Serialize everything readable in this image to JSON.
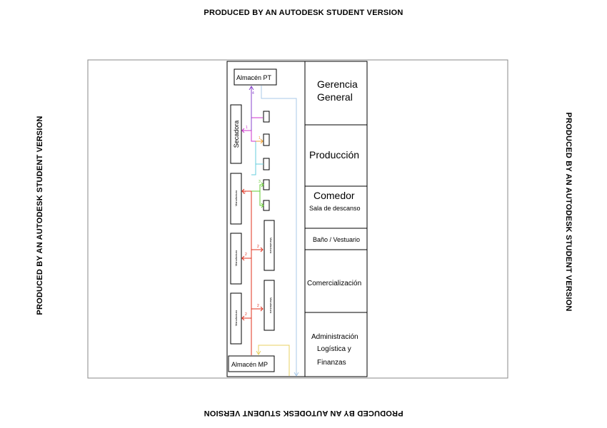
{
  "watermarks": {
    "top": "PRODUCED BY AN AUTODESK STUDENT VERSION",
    "bottom": "PRODUCED BY AN AUTODESK STUDENT VERSION",
    "left": "PRODUCED BY AN AUTODESK STUDENT VERSION",
    "right": "PRODUCED BY AN AUTODESK STUDENT VERSION"
  },
  "areas": {
    "gerencia": [
      "Gerencia",
      "General"
    ],
    "produccion": "Producción",
    "comedor": "Comedor",
    "sala": "Sala de descanso",
    "bano": "Baño / Vestuario",
    "comercializacion": "Comercialización",
    "administracion": [
      "Administración",
      "Logística y",
      "Finanzas"
    ]
  },
  "stations": {
    "almacen_pt": "Almacén PT",
    "almacen_mp": "Almacén MP",
    "secadora": "Secadora",
    "manufactura": "Manufactura"
  },
  "flow_numbers": {
    "one": "1",
    "two": "2",
    "three": "3",
    "four": "4"
  },
  "colors": {
    "red_flow": "#e0301e",
    "green_flow": "#66cc33",
    "cyan_flow": "#66ccdd",
    "lightblue_flow": "#a8c8e8",
    "magenta_flow": "#cc33cc",
    "purple_flow": "#8844cc",
    "orange_flow": "#f0a030",
    "yellow_flow": "#e8d060"
  }
}
